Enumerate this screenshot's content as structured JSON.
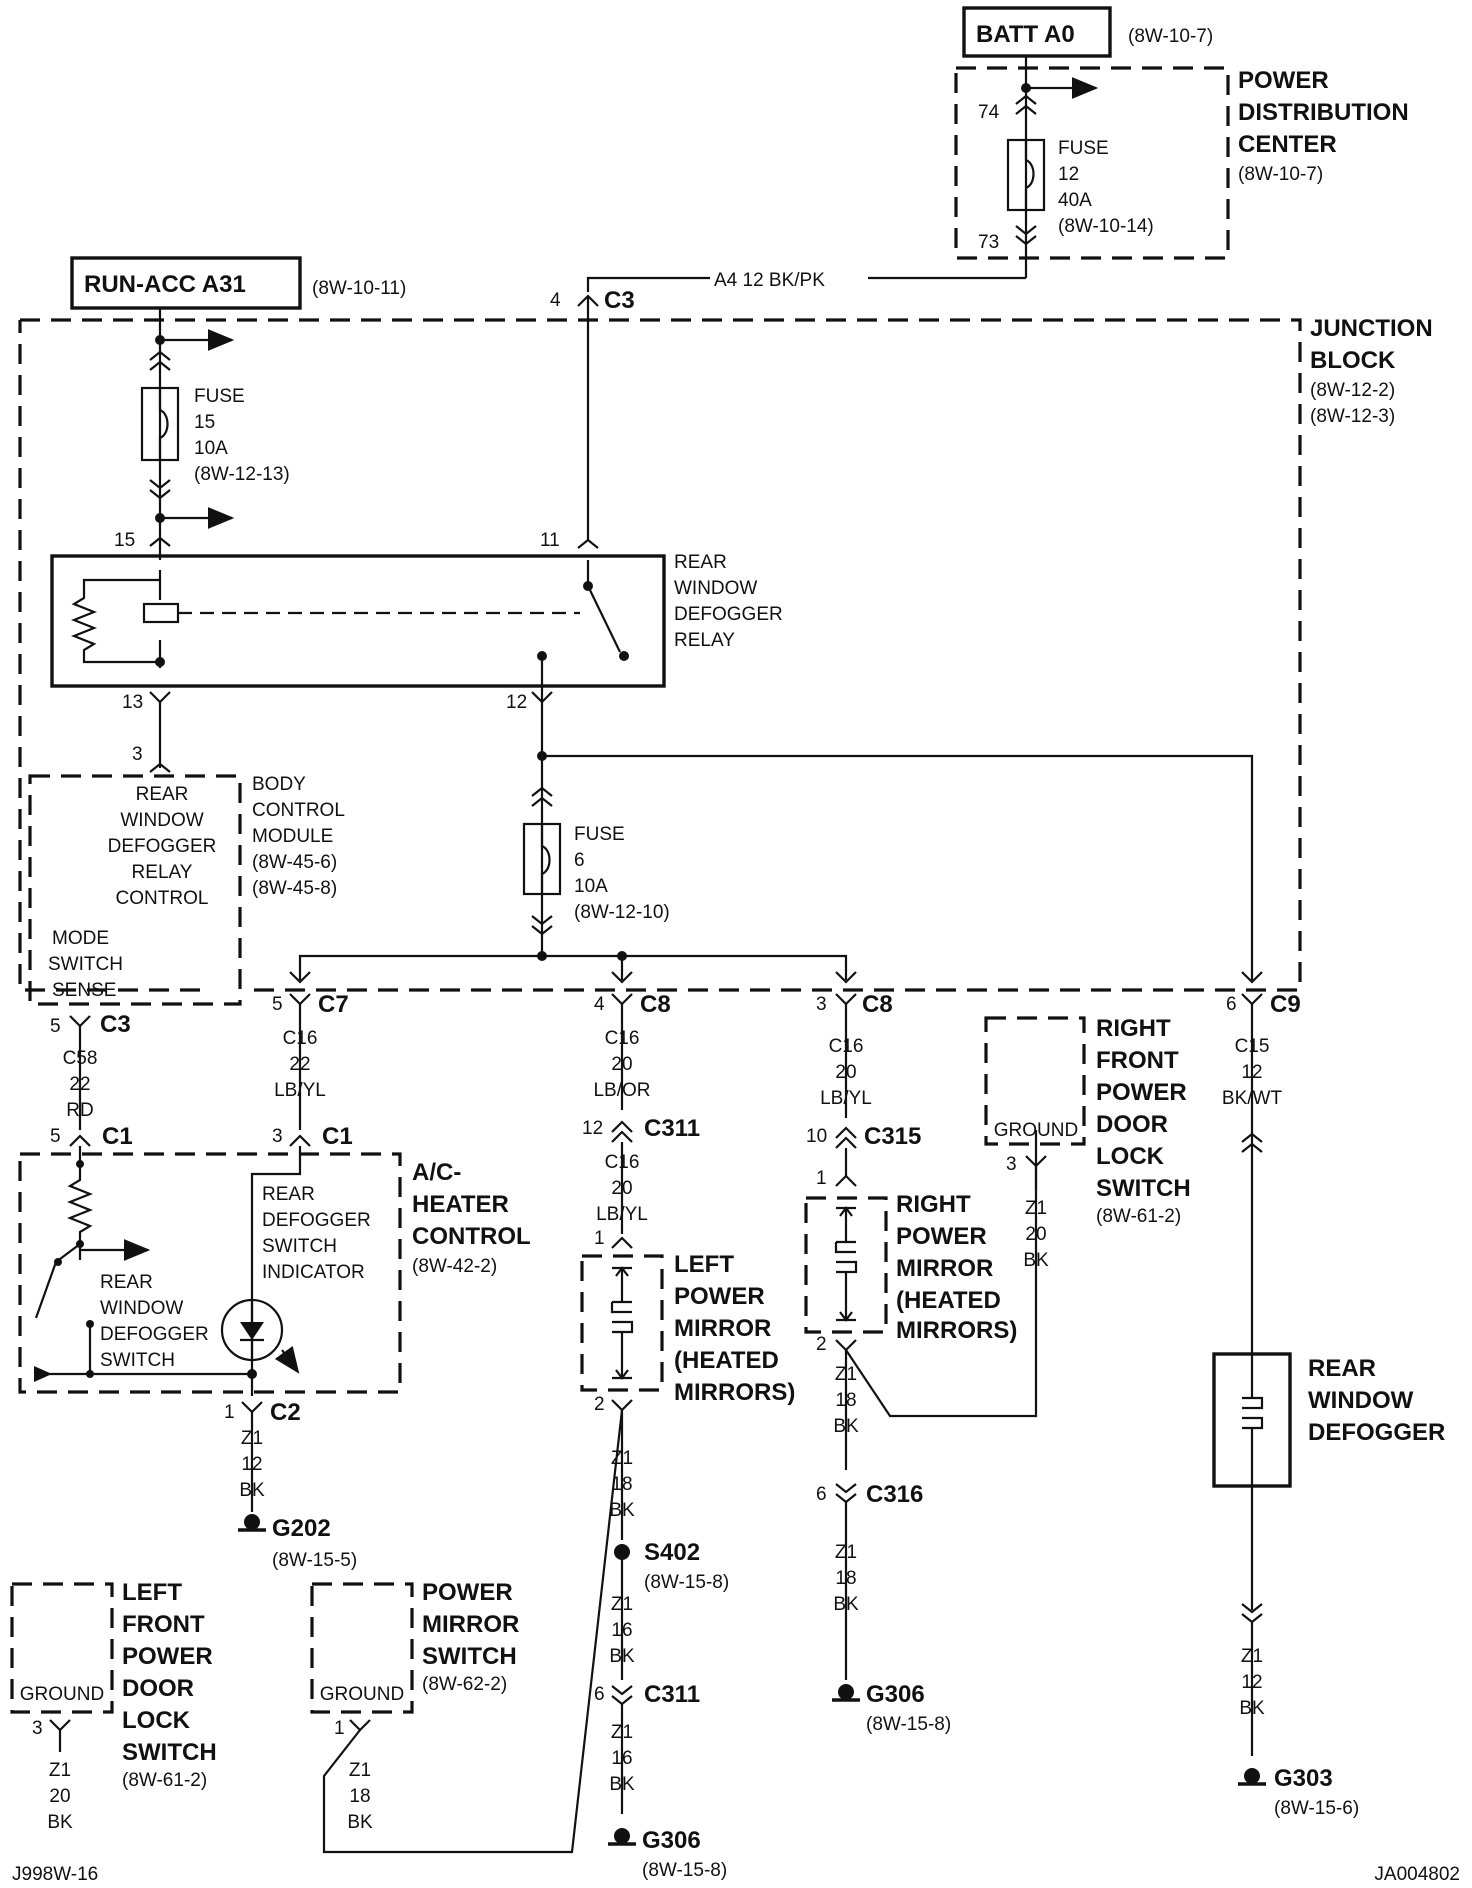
{
  "battery": {
    "label": "BATT A0",
    "ref": "(8W-10-7)"
  },
  "pdc": {
    "title_l1": "POWER",
    "title_l2": "DISTRIBUTION",
    "title_l3": "CENTER",
    "ref": "(8W-10-7)",
    "pin_in": "74",
    "pin_out": "73",
    "fuse": {
      "l1": "FUSE",
      "l2": "12",
      "l3": "40A",
      "l4": "(8W-10-14)"
    }
  },
  "run_acc": {
    "label": "RUN-ACC A31",
    "ref": "(8W-10-11)"
  },
  "feed_wire": {
    "label": "A4   12 BK/PK",
    "pin": "4",
    "conn": "C3"
  },
  "junction_block": {
    "l1": "JUNCTION",
    "l2": "BLOCK",
    "ref1": "(8W-12-2)",
    "ref2": "(8W-12-3)"
  },
  "fuse15": {
    "l1": "FUSE",
    "l2": "15",
    "l3": "10A",
    "l4": "(8W-12-13)"
  },
  "fuse6": {
    "l1": "FUSE",
    "l2": "6",
    "l3": "10A",
    "l4": "(8W-12-10)"
  },
  "relay": {
    "l1": "REAR",
    "l2": "WINDOW",
    "l3": "DEFOGGER",
    "l4": "RELAY",
    "pin15": "15",
    "pin11": "11",
    "pin13": "13",
    "pin12": "12"
  },
  "bcm": {
    "pin": "3",
    "inner": [
      "REAR",
      "WINDOW",
      "DEFOGGER",
      "RELAY",
      "CONTROL"
    ],
    "title": [
      "BODY",
      "CONTROL",
      "MODULE"
    ],
    "ref1": "(8W-45-6)",
    "ref2": "(8W-45-8)",
    "mode": [
      "MODE",
      "SWITCH",
      "SENSE"
    ]
  },
  "conn_c3_5": {
    "pin": "5",
    "conn": "C3",
    "wire": [
      "C58",
      "22",
      "RD"
    ]
  },
  "conn_c7": {
    "pin": "5",
    "conn": "C7",
    "wire": [
      "C16",
      "22",
      "LB/YL"
    ]
  },
  "conn_c8a": {
    "pin": "4",
    "conn": "C8",
    "wire": [
      "C16",
      "20",
      "LB/OR"
    ]
  },
  "conn_c8b": {
    "pin": "3",
    "conn": "C8",
    "wire": [
      "C16",
      "20",
      "LB/YL"
    ]
  },
  "conn_c9": {
    "pin": "6",
    "conn": "C9",
    "wire": [
      "C15",
      "12",
      "BK/WT"
    ]
  },
  "ac_heater": {
    "pin5": "5",
    "pin3": "3",
    "conn": "C1",
    "title": [
      "A/C-",
      "HEATER",
      "CONTROL"
    ],
    "ref": "(8W-42-2)",
    "indicator": [
      "REAR",
      "DEFOGGER",
      "SWITCH",
      "INDICATOR"
    ],
    "switch": [
      "REAR",
      "WINDOW",
      "DEFOGGER",
      "SWITCH"
    ],
    "pin1": "1",
    "conn2": "C2",
    "wire": [
      "Z1",
      "12",
      "BK"
    ],
    "ground": "G202",
    "ground_ref": "(8W-15-5)"
  },
  "left_mirror": {
    "c311_pin": "12",
    "c311": "C311",
    "wire_in": [
      "C16",
      "20",
      "LB/YL"
    ],
    "pin1": "1",
    "title": [
      "LEFT",
      "POWER",
      "MIRROR",
      "(HEATED",
      "MIRRORS)"
    ],
    "pin2": "2",
    "wire_out": [
      "Z1",
      "18",
      "BK"
    ],
    "splice": "S402",
    "splice_ref": "(8W-15-8)",
    "wire_s": [
      "Z1",
      "16",
      "BK"
    ],
    "c311b_pin": "6",
    "c311b": "C311",
    "wire_g": [
      "Z1",
      "16",
      "BK"
    ],
    "ground": "G306",
    "ground_ref": "(8W-15-8)"
  },
  "right_mirror": {
    "c315_pin": "10",
    "c315": "C315",
    "pin1": "1",
    "title": [
      "RIGHT",
      "POWER",
      "MIRROR",
      "(HEATED",
      "MIRRORS)"
    ],
    "pin2": "2",
    "wire_out": [
      "Z1",
      "18",
      "BK"
    ],
    "c316_pin": "6",
    "c316": "C316",
    "wire_g": [
      "Z1",
      "18",
      "BK"
    ],
    "ground": "G306",
    "ground_ref": "(8W-15-8)"
  },
  "rf_door_lock": {
    "ground": "GROUND",
    "pin": "3",
    "wire": [
      "Z1",
      "20",
      "BK"
    ],
    "title": [
      "RIGHT",
      "FRONT",
      "POWER",
      "DOOR",
      "LOCK",
      "SWITCH"
    ],
    "ref": "(8W-61-2)"
  },
  "rear_defogger": {
    "title": [
      "REAR",
      "WINDOW",
      "DEFOGGER"
    ],
    "wire": [
      "Z1",
      "12",
      "BK"
    ],
    "ground": "G303",
    "ground_ref": "(8W-15-6)"
  },
  "lf_door_lock": {
    "ground": "GROUND",
    "pin": "3",
    "wire": [
      "Z1",
      "20",
      "BK"
    ],
    "title": [
      "LEFT",
      "FRONT",
      "POWER",
      "DOOR",
      "LOCK",
      "SWITCH"
    ],
    "ref": "(8W-61-2)"
  },
  "mirror_switch": {
    "ground": "GROUND",
    "pin": "1",
    "wire": [
      "Z1",
      "18",
      "BK"
    ],
    "title": [
      "POWER",
      "MIRROR",
      "SWITCH"
    ],
    "ref": "(8W-62-2)"
  },
  "footer": {
    "left": "J998W-16",
    "right": "JA004802"
  }
}
